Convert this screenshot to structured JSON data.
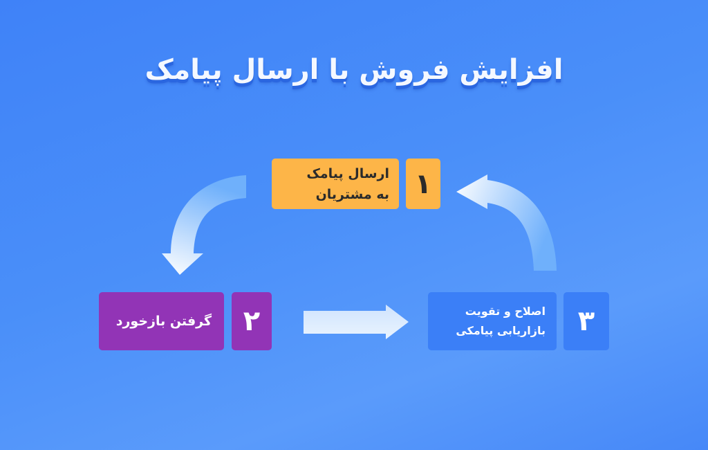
{
  "title": "افزایش فروش با ارسال پیامک",
  "steps": [
    {
      "number": "۱",
      "label": "ارسال پیامک\nبه مشتریان",
      "color": "#fdb548",
      "text_color": "#2b2b2b"
    },
    {
      "number": "۲",
      "label": "گرفتن بازخورد",
      "color": "#9234b6",
      "text_color": "#ffffff"
    },
    {
      "number": "۳",
      "label": "اصلاح و تقویت\nبازاریابی پیامکی",
      "color": "#3b7ff7",
      "text_color": "#ffffff"
    }
  ],
  "arrows": [
    {
      "from": "step-1",
      "to": "step-2",
      "shape": "curved-down-left"
    },
    {
      "from": "step-2",
      "to": "step-3",
      "shape": "straight-right"
    },
    {
      "from": "step-3",
      "to": "step-1",
      "shape": "curved-up-left"
    }
  ],
  "colors": {
    "background": "#4589f8",
    "arrow_start": "#ffffff",
    "arrow_end": "#6fb0fb"
  }
}
